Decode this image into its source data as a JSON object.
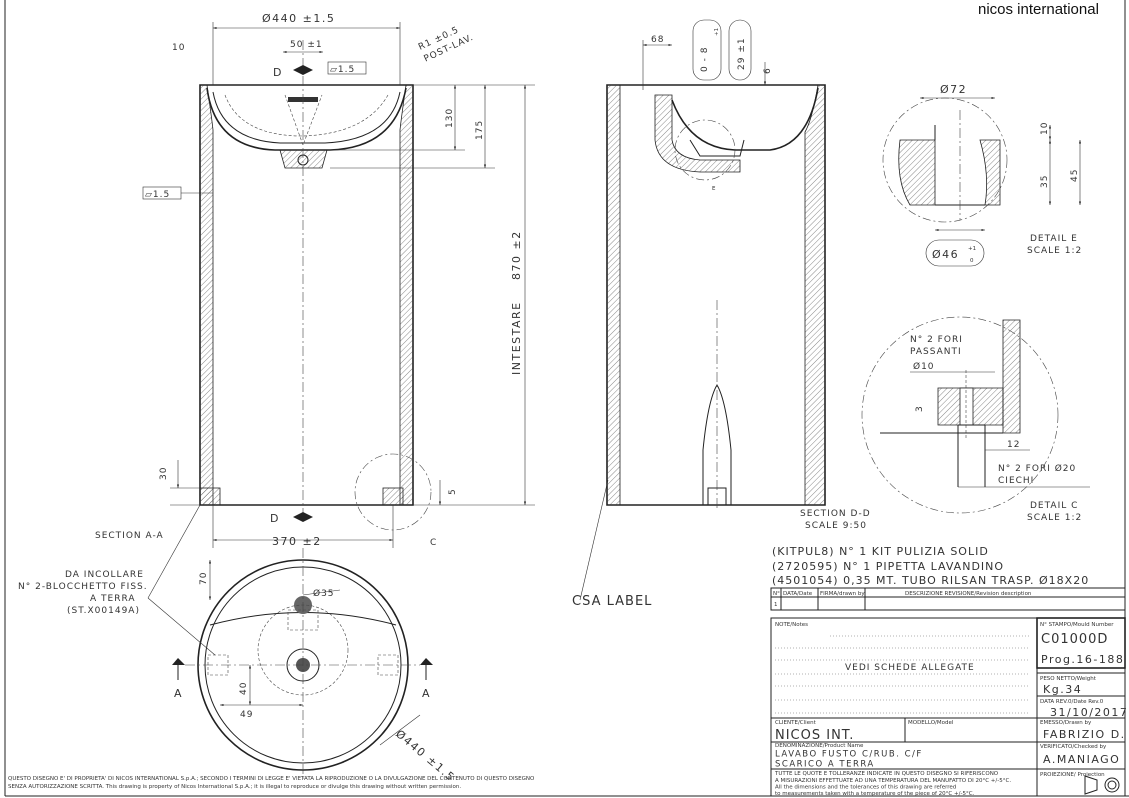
{
  "brand": "nicos international",
  "section_aa": {
    "title": "SECTION A-A",
    "dia_top": "Ø440 ±1.5",
    "dim_50": "50 ±1",
    "dim_10": "10",
    "flatness_top": "▱1.5",
    "flatness_left": "▱1.5",
    "radius": "R1 ±0.5",
    "post_lav": "POST-LAV.",
    "dim_130": "130",
    "dim_175": "175",
    "dim_870": "870 ±2",
    "intestare": "INTESTARE",
    "dim_30": "30",
    "dim_5": "5",
    "dim_370": "370 ±2",
    "section_mark_top": "D",
    "section_mark_bottom": "D",
    "detail_mark": "C"
  },
  "section_dd": {
    "title": "SECTION D-D",
    "scale": "SCALE 9:50",
    "dim_68": "68",
    "dim_0_8": "0 - 8",
    "dim_0_8_tol": "+1",
    "dim_29": "29 ±1",
    "dim_6": "6",
    "detail_mark": "E",
    "csa_label": "CSA LABEL"
  },
  "detail_e": {
    "title": "DETAIL E",
    "scale": "SCALE 1:2",
    "dia_72": "Ø72",
    "dim_10": "10",
    "dim_35": "35",
    "dim_45": "45",
    "dia_46": "Ø46",
    "dia_46_tol_up": "+1",
    "dia_46_tol_low": "0"
  },
  "detail_c": {
    "title": "DETAIL C",
    "scale": "SCALE 1:2",
    "holes_through_1": "N° 2 FORI",
    "holes_through_2": "PASSANTI",
    "dia_10": "Ø10",
    "dim_3": "3",
    "dim_12": "12",
    "holes_blind_1": "N° 2 FORI  Ø20",
    "holes_blind_2": "CIECHI"
  },
  "top_view": {
    "note_1": "DA INCOLLARE",
    "note_2": "N° 2-BLOCCHETTO FISS.",
    "note_3": "A TERRA",
    "note_4": "(ST.X00149A)",
    "dim_70": "70",
    "dia_35": "Ø35",
    "dim_40": "40",
    "dim_49": "49",
    "dia_440": "Ø440 ±1.5",
    "section_left": "A",
    "section_right": "A"
  },
  "kit": {
    "line_1": "(KITPUL8) N° 1 KIT PULIZIA SOLID",
    "line_2": "(2720595) N° 1 PIPETTA LAVANDINO",
    "line_3": "(4501054) 0,35 MT. TUBO RILSAN TRASP. Ø18X20"
  },
  "revision_table": {
    "headers": [
      "N°",
      "DATA/Date",
      "FIRMA/drawn by",
      "DESCRIZIONE REVISIONE/Revision description"
    ],
    "rows": [
      [
        "1",
        "",
        "",
        ""
      ]
    ]
  },
  "title_block": {
    "notes_label": "NOTE/Notes",
    "notes_text": "VEDI SCHEDE ALLEGATE",
    "mould_label": "N° STAMPO/Mould Number",
    "mould_value": "C01000D",
    "prog": "Prog.16-188",
    "weight_label": "PESO NETTO/Weight",
    "weight_value": "Kg.34",
    "date_label": "DATA REV.0/Date Rev.0",
    "date_value": "31/10/2017",
    "client_label": "CLIENTE/Client",
    "client_value": "NICOS INT.",
    "model_label": "MODELLO/Model",
    "drawn_label": "EMESSO/Drawn by",
    "drawn_value": "FABRIZIO D.",
    "product_label": "DENOMINAZIONE/Product Name",
    "product_line_1": "LAVABO FUSTO C/RUB. C/F",
    "product_line_2": "SCARICO A TERRA",
    "checked_label": "VERIFICATO/Checked by",
    "checked_value": "A.MANIAGO",
    "tol_it_1": "TUTTE LE QUOTE E TOLLERANZE INDICATE IN QUESTO DISEGNO SI RIFERISCONO",
    "tol_it_2": "A MISURAZIONI EFFETTUATE AD UNA TEMPERATURA DEL MANUFATTO DI 20°C +/-5°C.",
    "tol_en_1": "All the dimensions and the tolerances of this drawing are referred",
    "tol_en_2": "to measurements taken with a temperature of the piece of 20°C +/-5°C.",
    "projection_label": "PROIEZIONE/ Projection"
  },
  "footer": {
    "line_1": "QUESTO DISEGNO E' DI PROPRIETA' DI NICOS INTERNATIONAL S.p.A.; SECONDO I TERMINI DI LEGGE E' VIETATA LA RIPRODUZIONE O LA DIVULGAZIONE DEL CONTENUTO DI QUESTO DISEGNO",
    "line_2": "SENZA AUTORIZZAZIONE SCRITTA. This drawing is property of Nicos International S.p.A.; it is illegal to reproduce or divulge this drawing without written permission."
  }
}
